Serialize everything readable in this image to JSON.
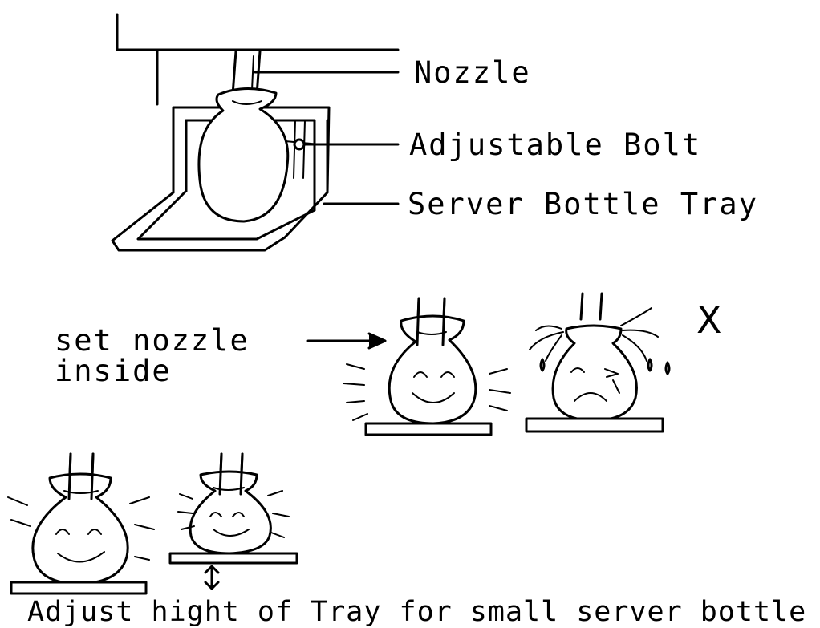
{
  "labels": {
    "nozzle": "Nozzle",
    "adjustable_bolt": "Adjustable Bolt",
    "server_bottle_tray": "Server Bottle Tray",
    "set_nozzle_line1": "set nozzle",
    "set_nozzle_line2": "inside",
    "wrong_mark": "X",
    "caption": "Adjust hight of Tray for small server bottle"
  }
}
